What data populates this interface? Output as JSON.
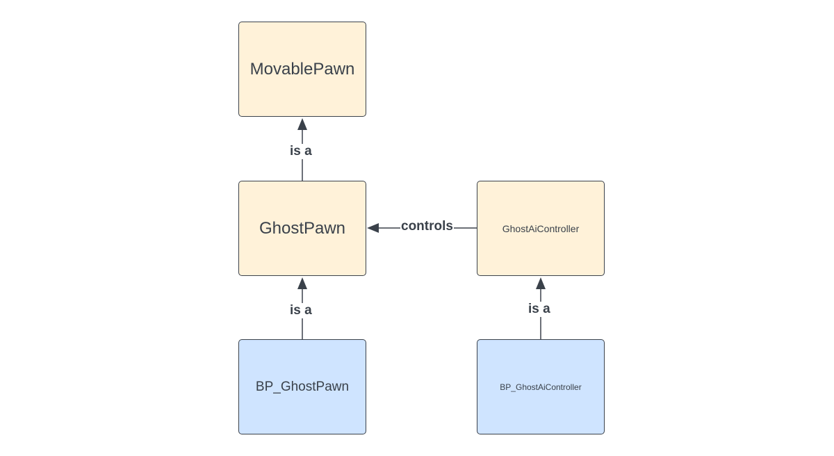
{
  "nodes": {
    "movable_pawn": "MovablePawn",
    "ghost_pawn": "GhostPawn",
    "ghost_ai_controller": "GhostAiController",
    "bp_ghost_pawn": "BP_GhostPawn",
    "bp_ghost_ai_controller": "BP_GhostAiController"
  },
  "edges": {
    "ghostpawn_to_movablepawn": "is a",
    "bpghostpawn_to_ghostpawn": "is a",
    "bpghostai_to_ghostai": "is a",
    "ghostai_to_ghostpawn": "controls"
  },
  "colors": {
    "class_fill": "#fff2d9",
    "blueprint_fill": "#cfe4ff",
    "stroke": "#3a414a"
  }
}
